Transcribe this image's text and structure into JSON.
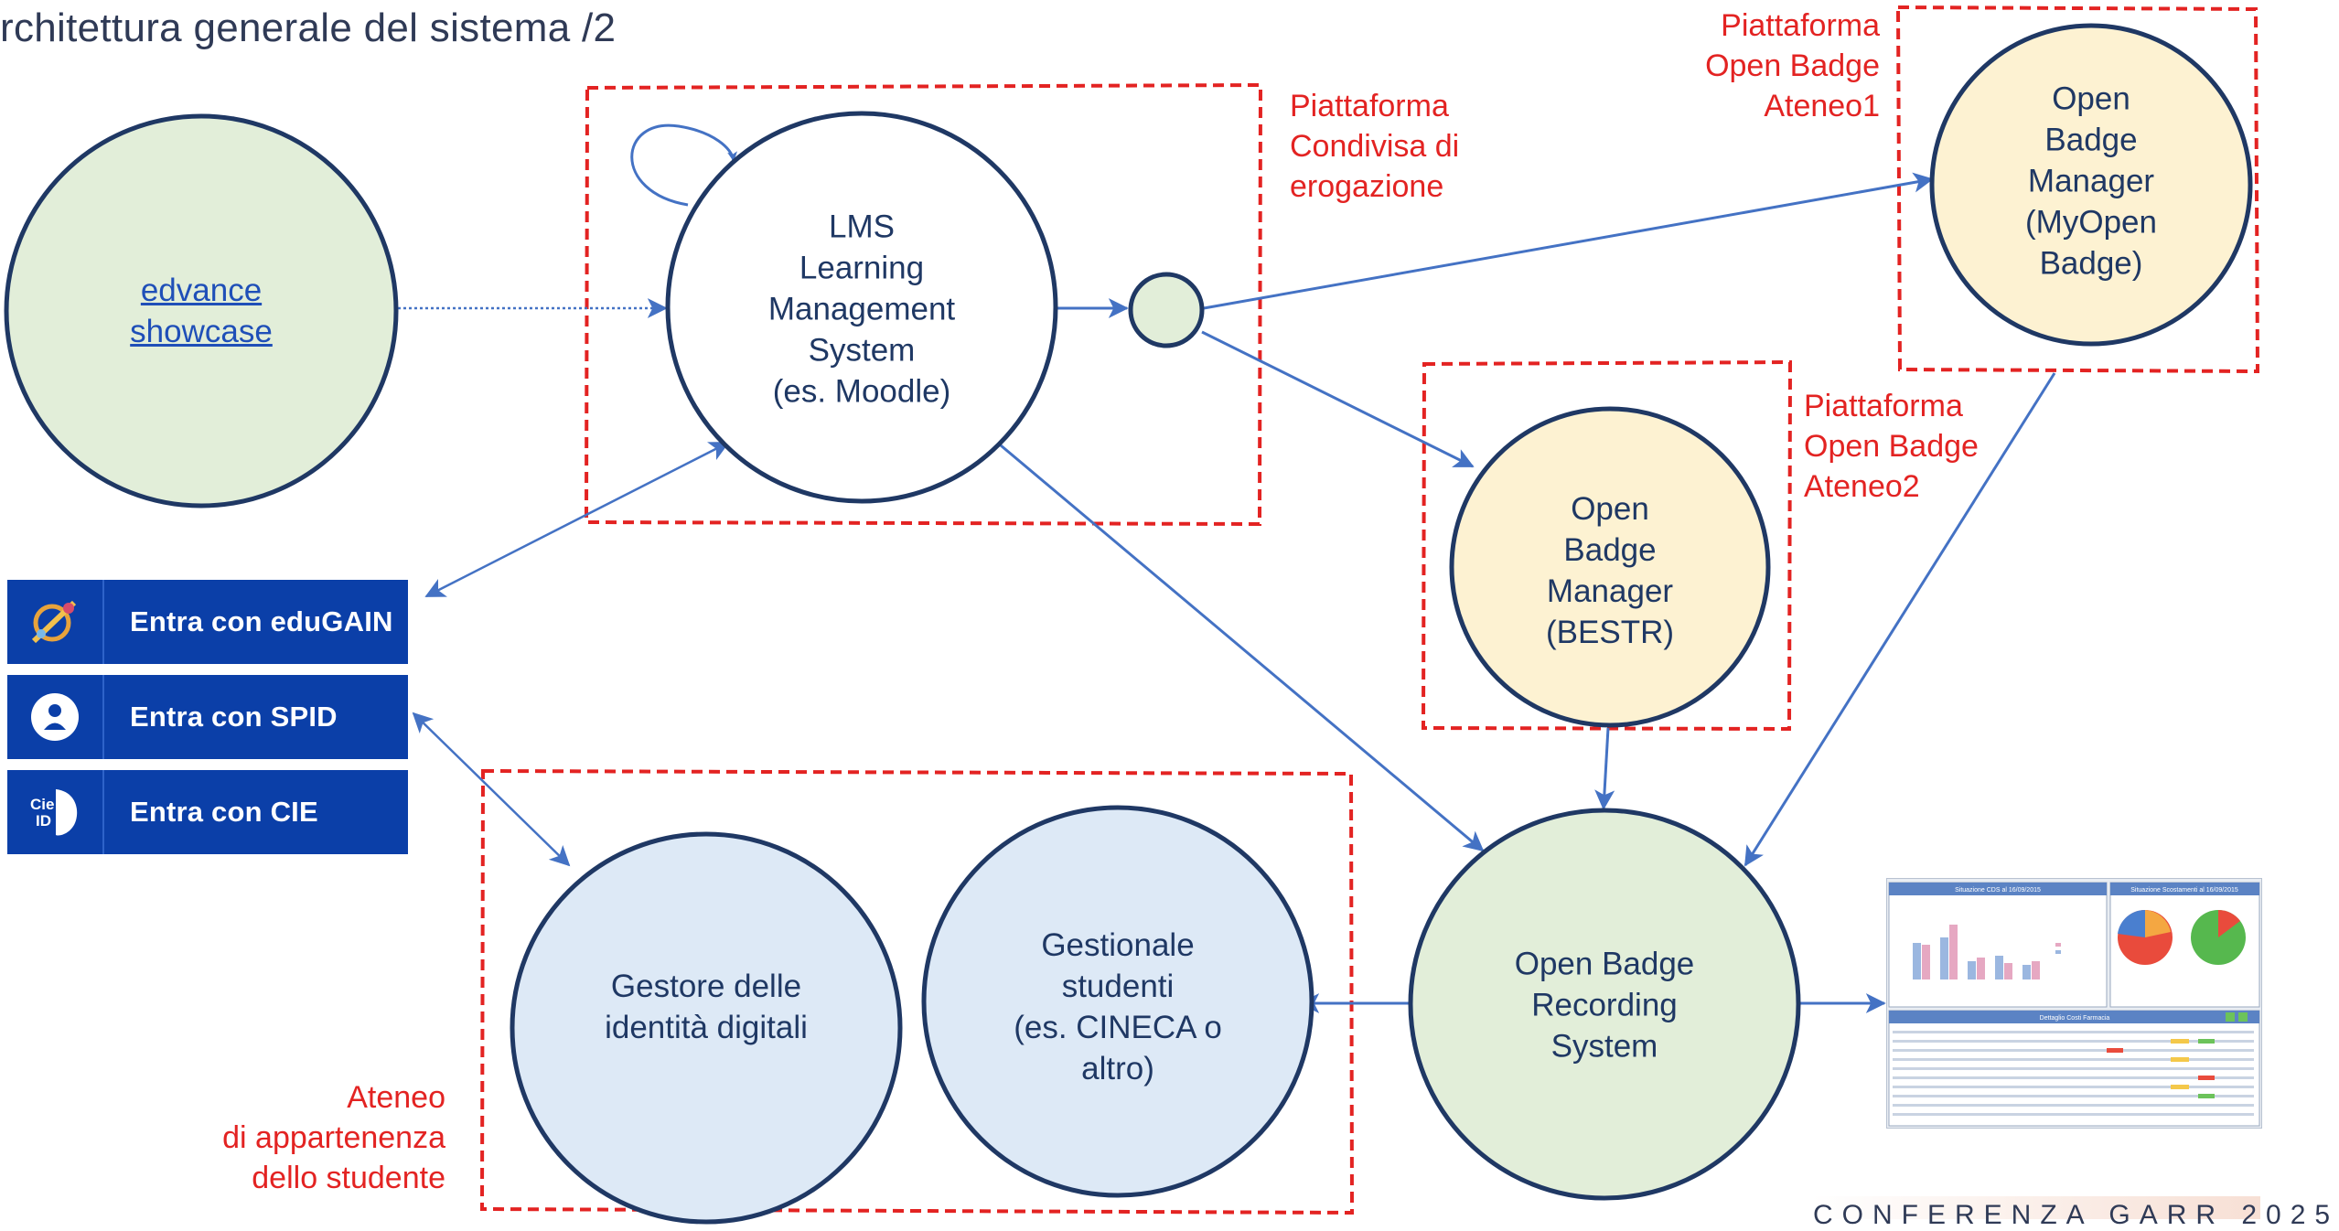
{
  "title": "rchitettura generale del sistema /2",
  "nodes": {
    "edvance": {
      "label": "edvance\nshowcase"
    },
    "lms": {
      "label": "LMS\nLearning\nManagement\nSystem\n(es. Moodle)"
    },
    "obm_bestr": {
      "label": "Open\nBadge\nManager\n(BESTR)"
    },
    "obm_myopen": {
      "label": "Open\nBadge\nManager\n(MyOpen\nBadge)"
    },
    "obrs": {
      "label": "Open Badge\nRecording\nSystem"
    },
    "gestore": {
      "label": "Gestore delle\nidentità digitali"
    },
    "gestionale": {
      "label": "Gestionale\nstudenti\n(es. CINECA o\naltro)"
    }
  },
  "regions": {
    "condivisa": "Piattaforma\nCondivisa di\nerogazione",
    "ateneo1": "Piattaforma\nOpen Badge\nAteneo1",
    "ateneo2": "Piattaforma\nOpen Badge\nAteneo2",
    "studente": "Ateneo\ndi appartenenza\ndello studente"
  },
  "login_buttons": [
    {
      "label": "Entra con eduGAIN",
      "icon": "edugain-icon"
    },
    {
      "label": "Entra con SPID",
      "icon": "spid-icon"
    },
    {
      "label": "Entra con CIE",
      "icon": "cie-icon"
    }
  ],
  "dashboard": {
    "panel1_title": "Situazione CDS al 16/09/2015",
    "panel2_title": "Situazione Scostamenti al 16/09/2015",
    "table_title": "Dettaglio Costi Farmacia"
  },
  "footer": "CONFERENZA GARR 2025",
  "colors": {
    "node_stroke": "#1f3864",
    "green_fill": "#e2eed9",
    "yellow_fill": "#fdf2d2",
    "blue_fill": "#dde9f6",
    "arrow": "#4472c4",
    "region_dash": "#e32322",
    "login_bg": "#0b3fa8"
  }
}
